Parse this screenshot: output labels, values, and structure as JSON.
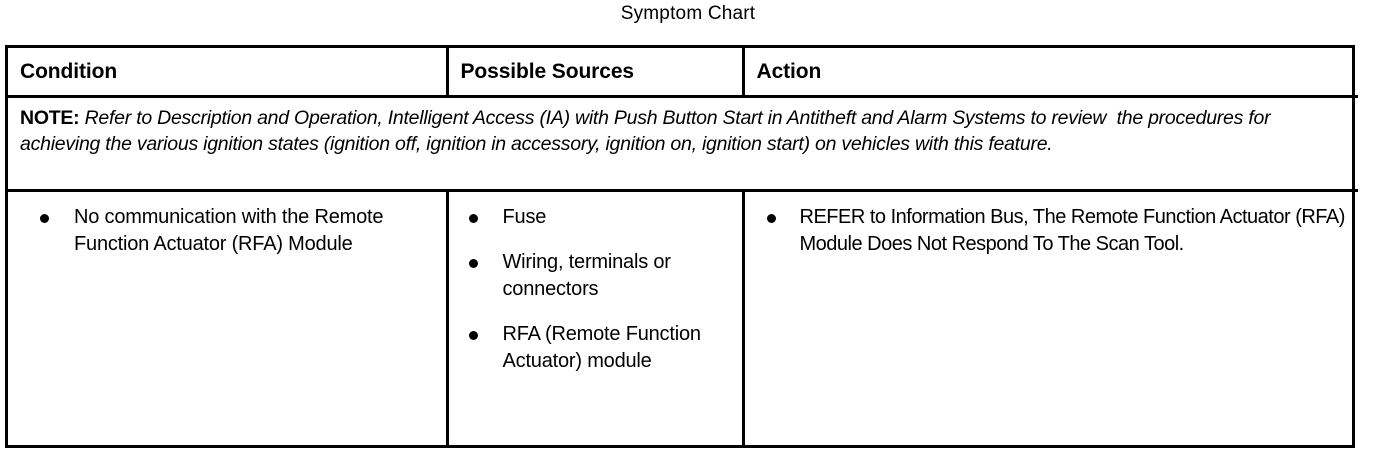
{
  "document": {
    "title": "Symptom Chart"
  },
  "table": {
    "headers": [
      {
        "label": "Condition"
      },
      {
        "label": "Possible Sources"
      },
      {
        "label": "Action"
      }
    ],
    "note": {
      "lead": "NOTE:",
      "body": " Refer to Description and Operation, Intelligent Access (IA) with Push Button Start in Antitheft and Alarm Systems to review  the procedures for achieving the various ignition states (ignition off, ignition in accessory, ignition on, ignition start) on vehicles with this feature."
    },
    "rows": [
      {
        "condition": [
          "No communication with the Remote Function Actuator (RFA) Module"
        ],
        "possible_sources": [
          "Fuse",
          "Wiring, terminals or connectors",
          "RFA (Remote Function Actuator) module"
        ],
        "action": [
          "REFER to Information Bus, The Remote Function Actuator (RFA) Module Does Not Respond To The Scan Tool."
        ]
      }
    ]
  },
  "colors": {
    "text": "#000000",
    "background": "#ffffff",
    "border": "#000000"
  }
}
